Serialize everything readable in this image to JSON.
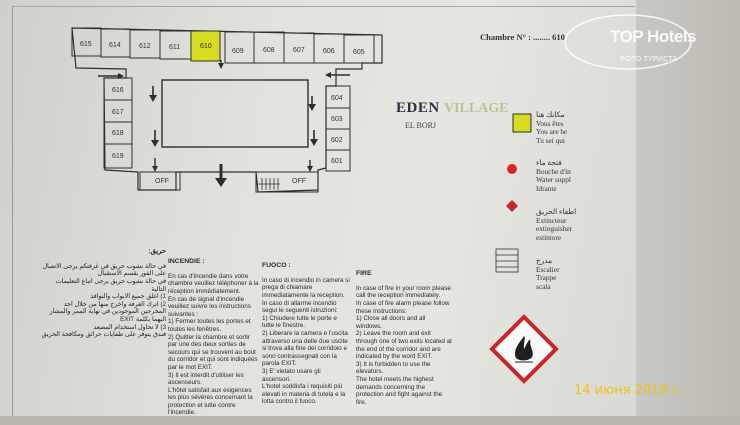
{
  "chambre_label": "Chambre N° : ........ 610",
  "rooms": {
    "top_left": [
      "615",
      "614",
      "612",
      "611",
      "610"
    ],
    "top_right": [
      "609",
      "608",
      "607",
      "606",
      "605"
    ],
    "left": [
      "616",
      "617",
      "618",
      "619"
    ],
    "right": [
      "604",
      "603",
      "602",
      "601"
    ],
    "off_left": "OFF",
    "off_right": "OFF"
  },
  "logo": {
    "brand": "EDEN",
    "village": "VILLAGE",
    "sub": "EL BORJ"
  },
  "legend": {
    "you_are_here": "مكانك هنا\nVous êtes\nYou are he\nTu sei qui",
    "hydrant": "فتحة ماء\nBouche d'in\nWater suppl\nIdrante",
    "extinguisher": "اطفاء الحريق\nExtincteur\nextinguisher\nestintore",
    "stairs": "مدرج\nEscalier\nTrappe\nscala"
  },
  "arabic": {
    "title": "حريق:",
    "body": "في حالة نشوب حريق في غرفتكم يرجى الاتصال على الفور بقسم الاستقبال\nفي حالة نشوب حريق يرجى اتباع التعليمات التالية\n1) اغلق جميع الابواب والنوافذ\n2) اترك الغرفة واخرج منها من خلال احد المخرجين الموجودين في نهاية الممر والمشار اليهما بكلمة EXIT\n3) لا تحاول استخدام المصعد\nفندق يتوفر على طفايات حرائق ومكافحة الحريق"
  },
  "french": {
    "title": "INCENDIE :",
    "body": "En cas d'incendie dans votre chambre veuillez téléphoner à la réception immédiatement.\nEn cas de signal d'incendie veuillez suivre les instructions suivantes :\n1) Fermer toutes les portes et toutes les fenêtres.\n2) Quitter la chambre et sortir par une des deux sorties de secours qui se trouvent au bout du corridor et qui sont indiquées par le mot EXIT.\n3) Il est interdit d'utiliser les ascenseurs.\nL'hôtel satisfait aux exigences les plus sévères concernant la protection et lutte contre l'incendie."
  },
  "italian": {
    "title": "FUOCO :",
    "body": "In caso di incendio in camera si prega di chiamare immediatamente la reception.\nIn caso di allarme incendio segui le seguenti istruzioni:\n1) Chiudere tutte le porte e tutte le finestre.\n2) Liberare la camera e l'uscita attraverso una delle due uscite si trova alla fine del corridoio e sono contrassegnati con la parola EXIT.\n3) E' vietato usare gli ascensori.\nL'hotel soddisfa i requisiti più elevati in materia di tutela e la lotta contro il fuoco."
  },
  "english": {
    "title": "FIRE",
    "body": "In case of fire in your room please call the reception immediately.\nIn case of fire alarm please follow these instructions:\n1) Close all doors and all windows.\n2) Leave the room and exit through one of two exits located at the end of the corridor and are indicated by the word EXIT.\n3) It is forbidden to use the elevators.\nThe hotel meets the highest demands concerning the protection and fight against the fire."
  },
  "watermark": {
    "brand": "TOP Hotels",
    "sub": "ФОТО ТУРИСТА"
  },
  "date_stamp": "14 июня 2019 г.",
  "colors": {
    "you_are_here": "#d6dc22",
    "hydrant": "#d8262a",
    "extinguisher": "#c8262a",
    "hazard": "#c8262a"
  }
}
